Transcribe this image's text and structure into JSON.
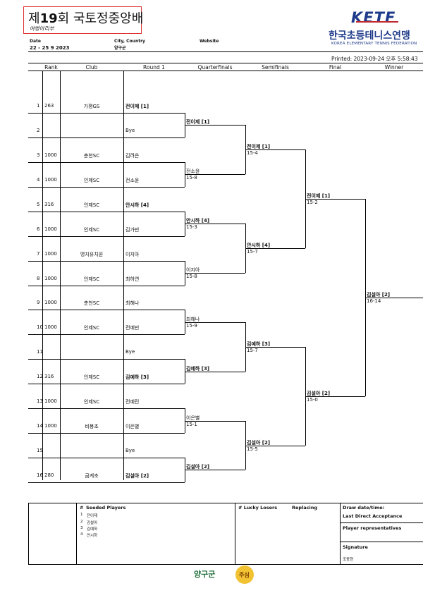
{
  "header": {
    "title_prefix": "제",
    "title_number": "19",
    "title_suffix": "회 국토정중앙배",
    "subtitle": "여병아리부",
    "date_label": "Date",
    "date_value": "22 - 25 9 2023",
    "city_label": "City, Country",
    "city_value": "양구군",
    "website_label": "Website",
    "printed": "Printed: 2023-09-24 오후 5:58:43",
    "logo": "KETF",
    "org_kr": "한국초등테니스연맹",
    "org_en": "KOREA ELEMENTARY TENNIS FEDERATION"
  },
  "columns": [
    "Rank",
    "Club",
    "Round 1",
    "Quarterfinals",
    "Semifinals",
    "Final",
    "Winner"
  ],
  "players": [
    {
      "no": "1",
      "rank": "263",
      "club": "가평GS",
      "name": "전이제 [1]",
      "bold": true
    },
    {
      "no": "2",
      "rank": "",
      "club": "",
      "name": "Bye",
      "bold": false
    },
    {
      "no": "3",
      "rank": "1000",
      "club": "춘천SC",
      "name": "김려은",
      "bold": false
    },
    {
      "no": "4",
      "rank": "1000",
      "club": "인제SC",
      "name": "전소윤",
      "bold": false
    },
    {
      "no": "5",
      "rank": "316",
      "club": "인제SC",
      "name": "안시하 [4]",
      "bold": true
    },
    {
      "no": "6",
      "rank": "1000",
      "club": "인제SC",
      "name": "김가빈",
      "bold": false
    },
    {
      "no": "7",
      "rank": "1000",
      "club": "명지유치원",
      "name": "이지아",
      "bold": false
    },
    {
      "no": "8",
      "rank": "1000",
      "club": "인제SC",
      "name": "최하연",
      "bold": false
    },
    {
      "no": "9",
      "rank": "1000",
      "club": "춘천SC",
      "name": "최해나",
      "bold": false
    },
    {
      "no": "10",
      "rank": "1000",
      "club": "인제SC",
      "name": "전예빈",
      "bold": false
    },
    {
      "no": "11",
      "rank": "",
      "club": "",
      "name": "Bye",
      "bold": false
    },
    {
      "no": "12",
      "rank": "316",
      "club": "인제SC",
      "name": "김예하 [3]",
      "bold": true
    },
    {
      "no": "13",
      "rank": "1000",
      "club": "인제SC",
      "name": "전예린",
      "bold": false
    },
    {
      "no": "14",
      "rank": "1000",
      "club": "비봉초",
      "name": "이은별",
      "bold": false
    },
    {
      "no": "15",
      "rank": "",
      "club": "",
      "name": "Bye",
      "bold": false
    },
    {
      "no": "16",
      "rank": "280",
      "club": "금계초",
      "name": "김설아 [2]",
      "bold": true
    }
  ],
  "quarterfinals": [
    {
      "name": "전이제 [1]",
      "score": "",
      "bold": true
    },
    {
      "name": "전소윤",
      "score": "15-8",
      "bold": false
    },
    {
      "name": "안시하 [4]",
      "score": "15-3",
      "bold": true
    },
    {
      "name": "이지아",
      "score": "15-8",
      "bold": false
    },
    {
      "name": "최해나",
      "score": "15-9",
      "bold": false
    },
    {
      "name": "김예하 [3]",
      "score": "",
      "bold": true
    },
    {
      "name": "이은별",
      "score": "15-1",
      "bold": false
    },
    {
      "name": "김설아 [2]",
      "score": "",
      "bold": true
    }
  ],
  "semifinals": [
    {
      "name": "전이제 [1]",
      "score": "15-4"
    },
    {
      "name": "안시하 [4]",
      "score": "15-7"
    },
    {
      "name": "김예하 [3]",
      "score": "15-7"
    },
    {
      "name": "김설아 [2]",
      "score": "15-5"
    }
  ],
  "final": [
    {
      "name": "전이제 [1]",
      "score": "15-2"
    },
    {
      "name": "김설아 [2]",
      "score": "15-0"
    }
  ],
  "winner": {
    "name": "김설아 [2]",
    "score": "16-14"
  },
  "bottom": {
    "seeded_header": "Seeded Players",
    "hash": "#",
    "seeded": [
      {
        "no": "1",
        "name": "전이제"
      },
      {
        "no": "2",
        "name": "김설아"
      },
      {
        "no": "3",
        "name": "김예하"
      },
      {
        "no": "4",
        "name": "안시하"
      }
    ],
    "lucky_losers": "# Lucky Losers",
    "replacing": "Replacing",
    "draw_date": "Draw date/time:",
    "last_direct": "Last Direct Acceptance",
    "player_reps": "Player representatives",
    "signature": "Signature",
    "signer": "조동현"
  },
  "footer": {
    "sponsor": "양구군",
    "badge": "주심"
  }
}
